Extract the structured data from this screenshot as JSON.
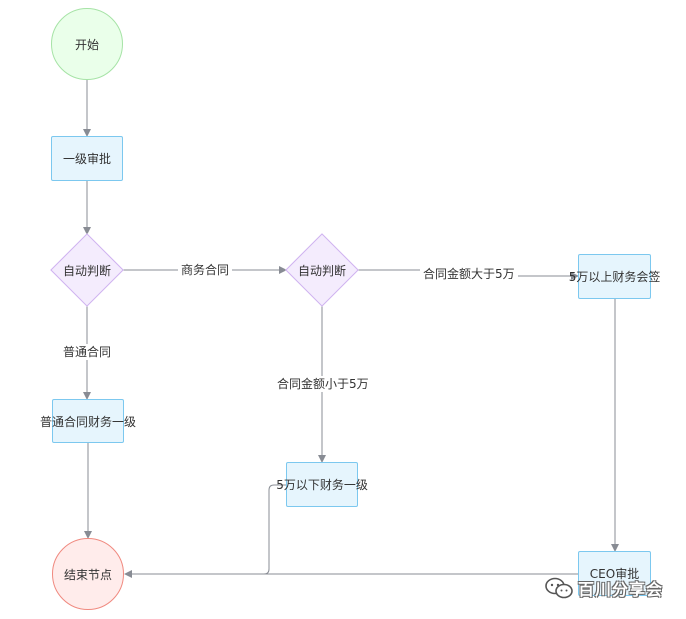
{
  "nodes": {
    "start": "开始",
    "level1_approval": "一级审批",
    "auto_judge_1": "自动判断",
    "auto_judge_2": "自动判断",
    "general_contract_finance": "普通合同财务一级",
    "below_5w_finance": "5万以下财务一级",
    "above_5w_finance_cosign": "5万以上财务会签",
    "ceo_approval": "CEO审批",
    "end": "结束节点"
  },
  "edges": {
    "business_contract": "商务合同",
    "general_contract": "普通合同",
    "amount_gt_5w": "合同金额大于5万",
    "amount_lt_5w": "合同金额小于5万"
  },
  "watermark": {
    "icon": "wechat-icon",
    "text": "百川分享会"
  },
  "colors": {
    "start_fill": "#eaffea",
    "start_border": "#a6e3a6",
    "end_fill": "#ffeceb",
    "end_border": "#f0897f",
    "task_fill": "#e6f5fd",
    "task_border": "#7cc8ef",
    "decision_fill": "#f4ecfd",
    "decision_border": "#cfb2f0",
    "connector": "#888c94"
  }
}
